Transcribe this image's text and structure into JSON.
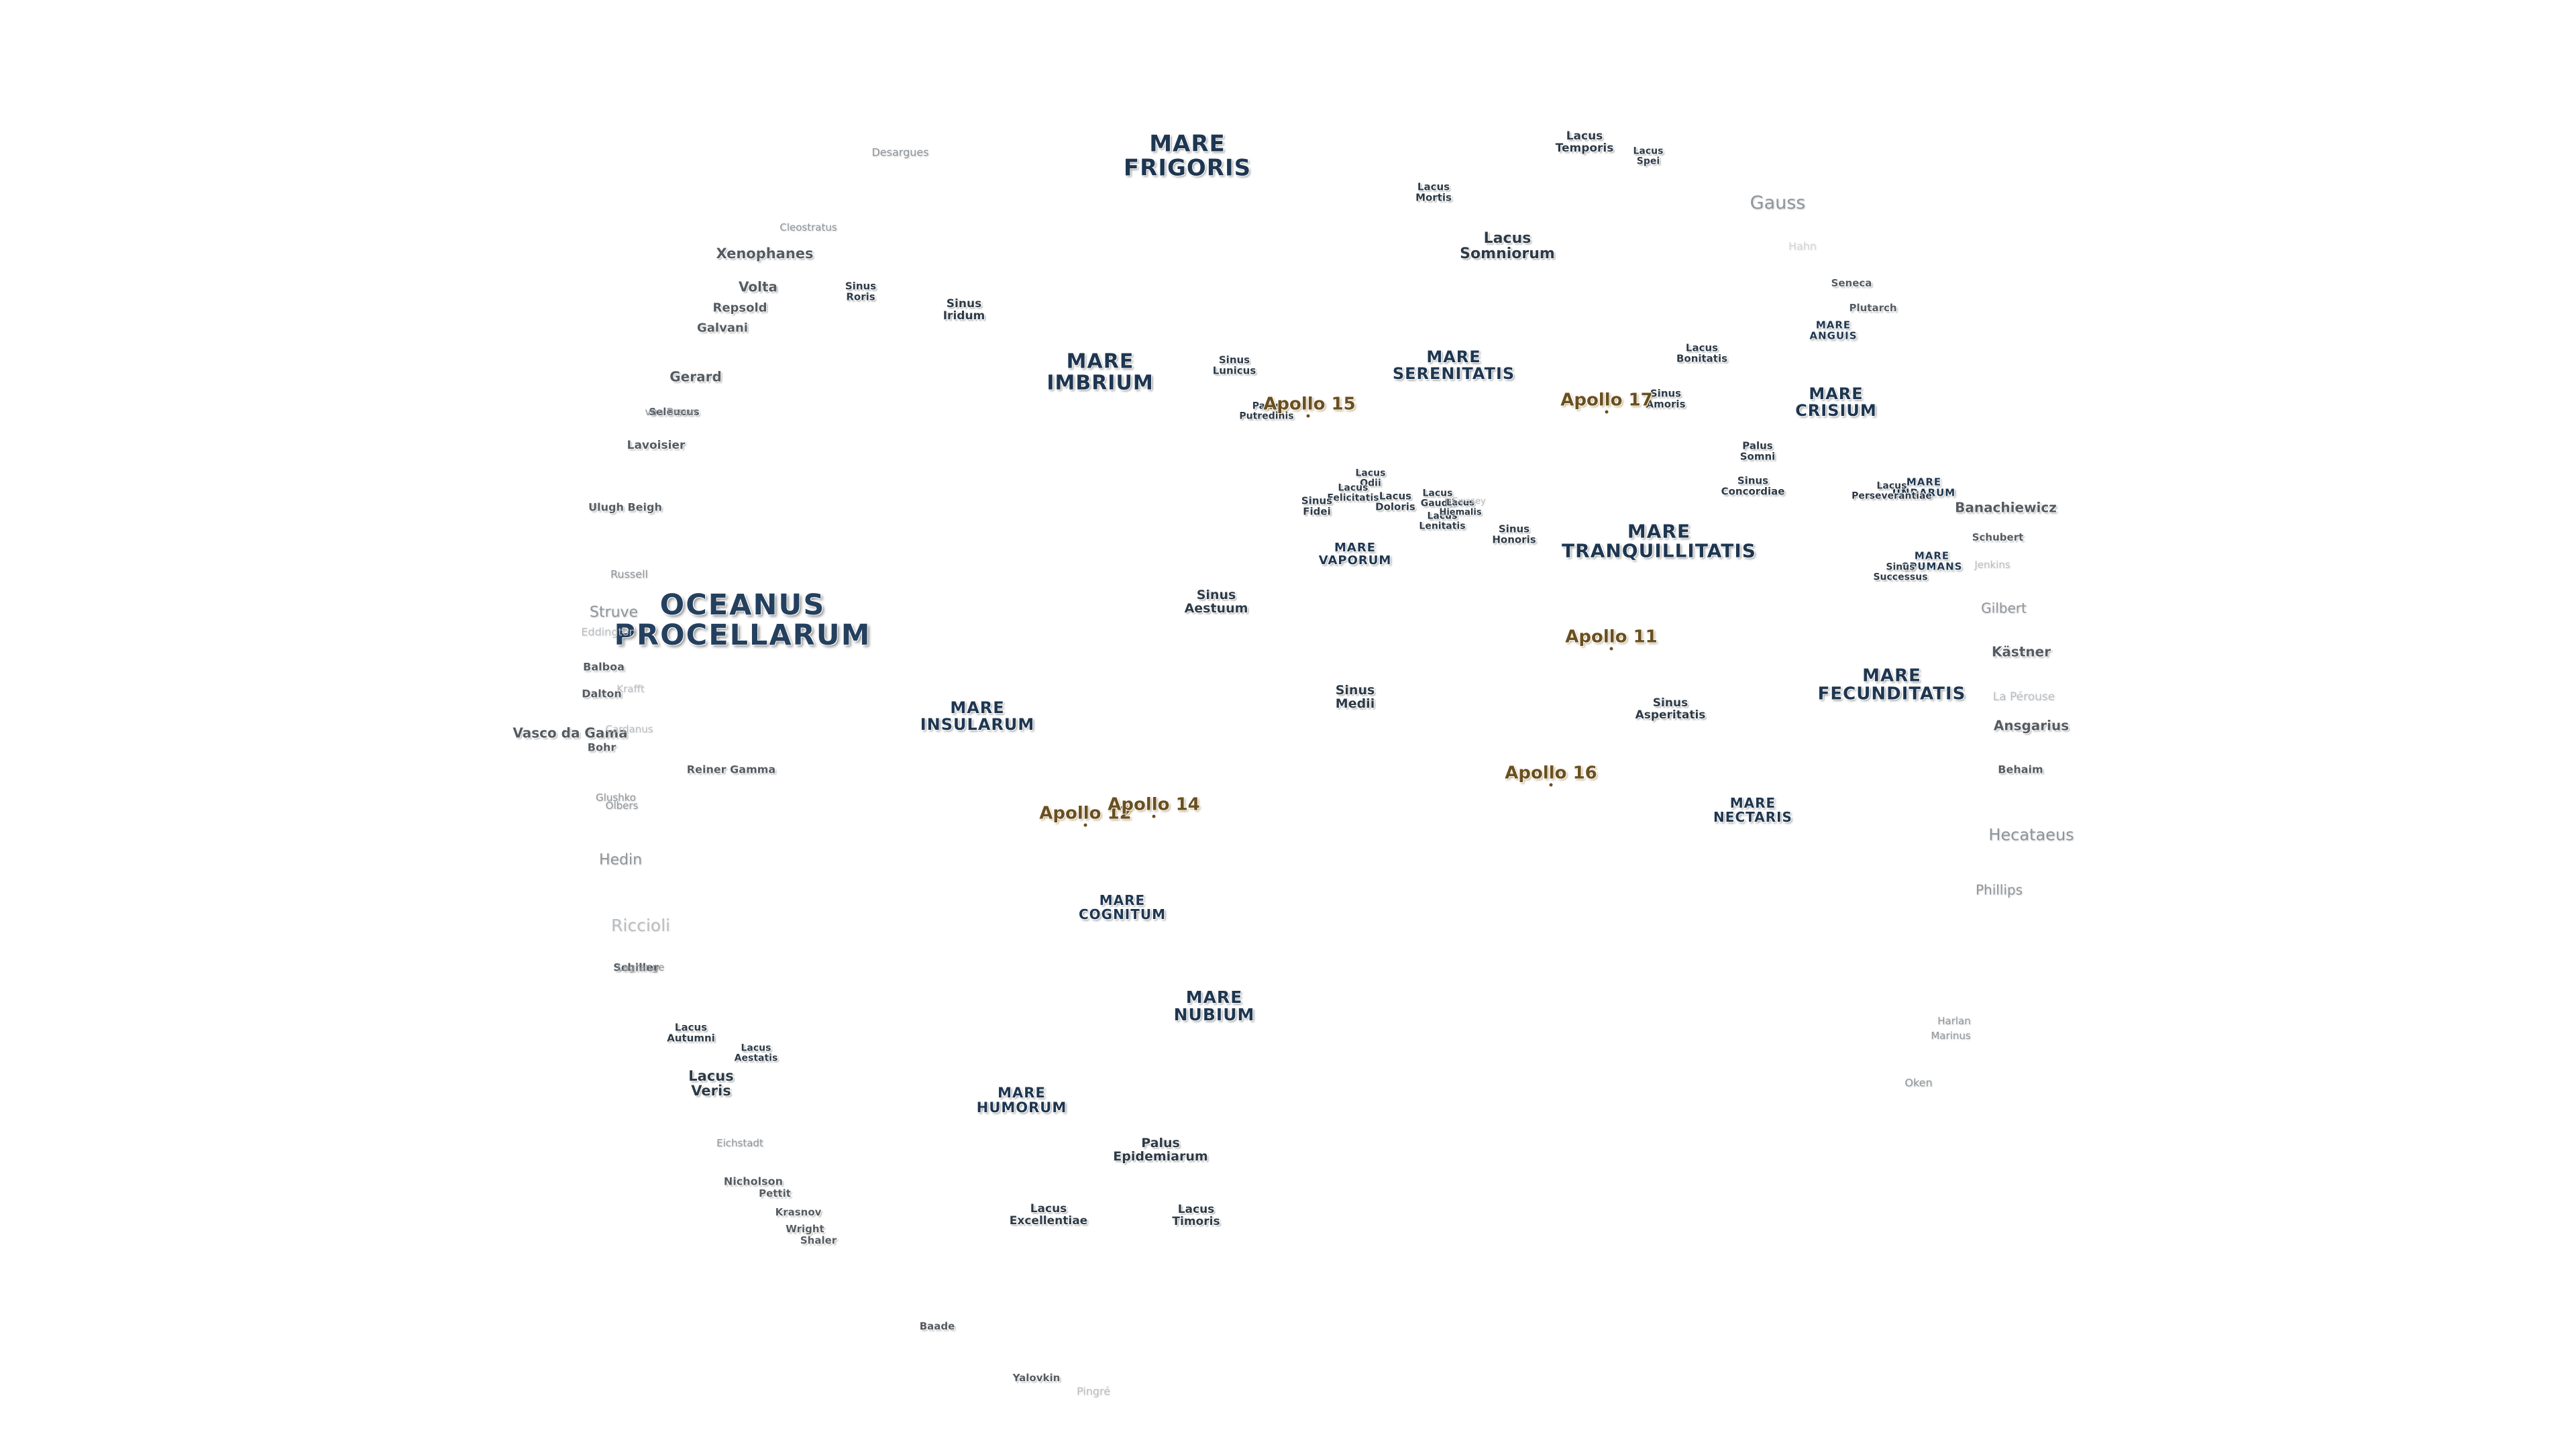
{
  "oceans": [
    {
      "name": "OCEANUS\nPROCELLARUM",
      "color": "#24405e"
    }
  ],
  "maria": [
    {
      "name": "MARE\nFRIGORIS"
    },
    {
      "name": "MARE\nIMBRIUM"
    },
    {
      "name": "MARE\nSERENITATIS"
    },
    {
      "name": "MARE\nCRISIUM"
    },
    {
      "name": "MARE\nTRANQUILLITATIS"
    },
    {
      "name": "MARE\nFECUNDITATIS"
    },
    {
      "name": "MARE\nINSULARUM"
    },
    {
      "name": "MARE\nCOGNITUM"
    },
    {
      "name": "MARE\nNUBIUM"
    },
    {
      "name": "MARE\nHUMORUM"
    },
    {
      "name": "MARE\nVAPORUM"
    },
    {
      "name": "MARE\nNECTARIS"
    },
    {
      "name": "MARE\nANGUIS"
    },
    {
      "name": "MARE\nUNDARUM"
    },
    {
      "name": "MARE\nSPUMANS"
    }
  ],
  "features": [
    {
      "name": "Lacus\nTemporis"
    },
    {
      "name": "Lacus\nSpei"
    },
    {
      "name": "Lacus\nMortis"
    },
    {
      "name": "Lacus\nSomniorum"
    },
    {
      "name": "Sinus\nRoris"
    },
    {
      "name": "Sinus\nIridum"
    },
    {
      "name": "Sinus\nLunicus"
    },
    {
      "name": "Palus\nPutredinis"
    },
    {
      "name": "Lacus\nBonitatis"
    },
    {
      "name": "Sinus\nAmoris"
    },
    {
      "name": "Palus\nSomni"
    },
    {
      "name": "Sinus\nConcordiae"
    },
    {
      "name": "Lacus\nPerseverantiae"
    },
    {
      "name": "Lacus\nOdii"
    },
    {
      "name": "Lacus\nFelicitatis"
    },
    {
      "name": "Lacus\nDoloris"
    },
    {
      "name": "Sinus\nFidei"
    },
    {
      "name": "Lacus\nGaudii"
    },
    {
      "name": "Lacus\nLenitatis"
    },
    {
      "name": "Lacus\nHiemalis"
    },
    {
      "name": "Sinus\nHonoris"
    },
    {
      "name": "Sinus\nSuccessus"
    },
    {
      "name": "Sinus\nAestuum"
    },
    {
      "name": "Sinus\nMedii"
    },
    {
      "name": "Sinus\nAsperitatis"
    },
    {
      "name": "Lacus\nAutumni"
    },
    {
      "name": "Lacus\nAestatis"
    },
    {
      "name": "Lacus\nVeris"
    },
    {
      "name": "Palus\nEpidemiarum"
    },
    {
      "name": "Lacus\nExcellentiae"
    },
    {
      "name": "Lacus\nTimoris"
    }
  ],
  "craters": [
    {
      "name": "Xenophanes"
    },
    {
      "name": "Volta"
    },
    {
      "name": "Repsold"
    },
    {
      "name": "Galvani"
    },
    {
      "name": "Gerard"
    },
    {
      "name": "Seleucus"
    },
    {
      "name": "Lavoisier"
    },
    {
      "name": "Ulugh Beigh"
    },
    {
      "name": "Balboa"
    },
    {
      "name": "Dalton"
    },
    {
      "name": "Vasco da Gama"
    },
    {
      "name": "Bohr"
    },
    {
      "name": "Reiner Gamma"
    },
    {
      "name": "Schiller"
    },
    {
      "name": "Nicholson"
    },
    {
      "name": "Pettit"
    },
    {
      "name": "Krasnov"
    },
    {
      "name": "Wright"
    },
    {
      "name": "Shaler"
    },
    {
      "name": "Seneca"
    },
    {
      "name": "Plutarch"
    },
    {
      "name": "Banachiewicz"
    },
    {
      "name": "Schubert"
    },
    {
      "name": "Kästner"
    },
    {
      "name": "Ansgarius"
    },
    {
      "name": "Behaim"
    },
    {
      "name": "Yalovkin"
    },
    {
      "name": "Baade"
    }
  ],
  "faint_craters": [
    {
      "name": "Desargues"
    },
    {
      "name": "Cleostratus"
    },
    {
      "name": "von Braun"
    },
    {
      "name": "Russell"
    },
    {
      "name": "Struve"
    },
    {
      "name": "Eddington"
    },
    {
      "name": "Cardanus"
    },
    {
      "name": "Krafft"
    },
    {
      "name": "Olbers"
    },
    {
      "name": "Glushko"
    },
    {
      "name": "Hedin"
    },
    {
      "name": "Riccioli"
    },
    {
      "name": "Lagrange"
    },
    {
      "name": "Eichstadt"
    },
    {
      "name": "Gauss"
    },
    {
      "name": "Gilbert"
    },
    {
      "name": "La Pérouse"
    },
    {
      "name": "Hecataeus"
    },
    {
      "name": "Phillips"
    },
    {
      "name": "Harlan"
    },
    {
      "name": "Marinus"
    },
    {
      "name": "Oken"
    },
    {
      "name": "Jenkins"
    },
    {
      "name": "Pingré"
    }
  ],
  "very_faint_craters": [
    {
      "name": "Hahn"
    },
    {
      "name": "Swasey"
    }
  ],
  "apollo_sites": [
    {
      "name": "Apollo 15"
    },
    {
      "name": "Apollo 17"
    },
    {
      "name": "Apollo 11"
    },
    {
      "name": "Apollo 16"
    },
    {
      "name": "Apollo 12"
    },
    {
      "name": "Apollo 14"
    }
  ],
  "colors": {
    "background": "#ffffff",
    "mare": "#1e3650",
    "apollo": "#6a5020"
  }
}
